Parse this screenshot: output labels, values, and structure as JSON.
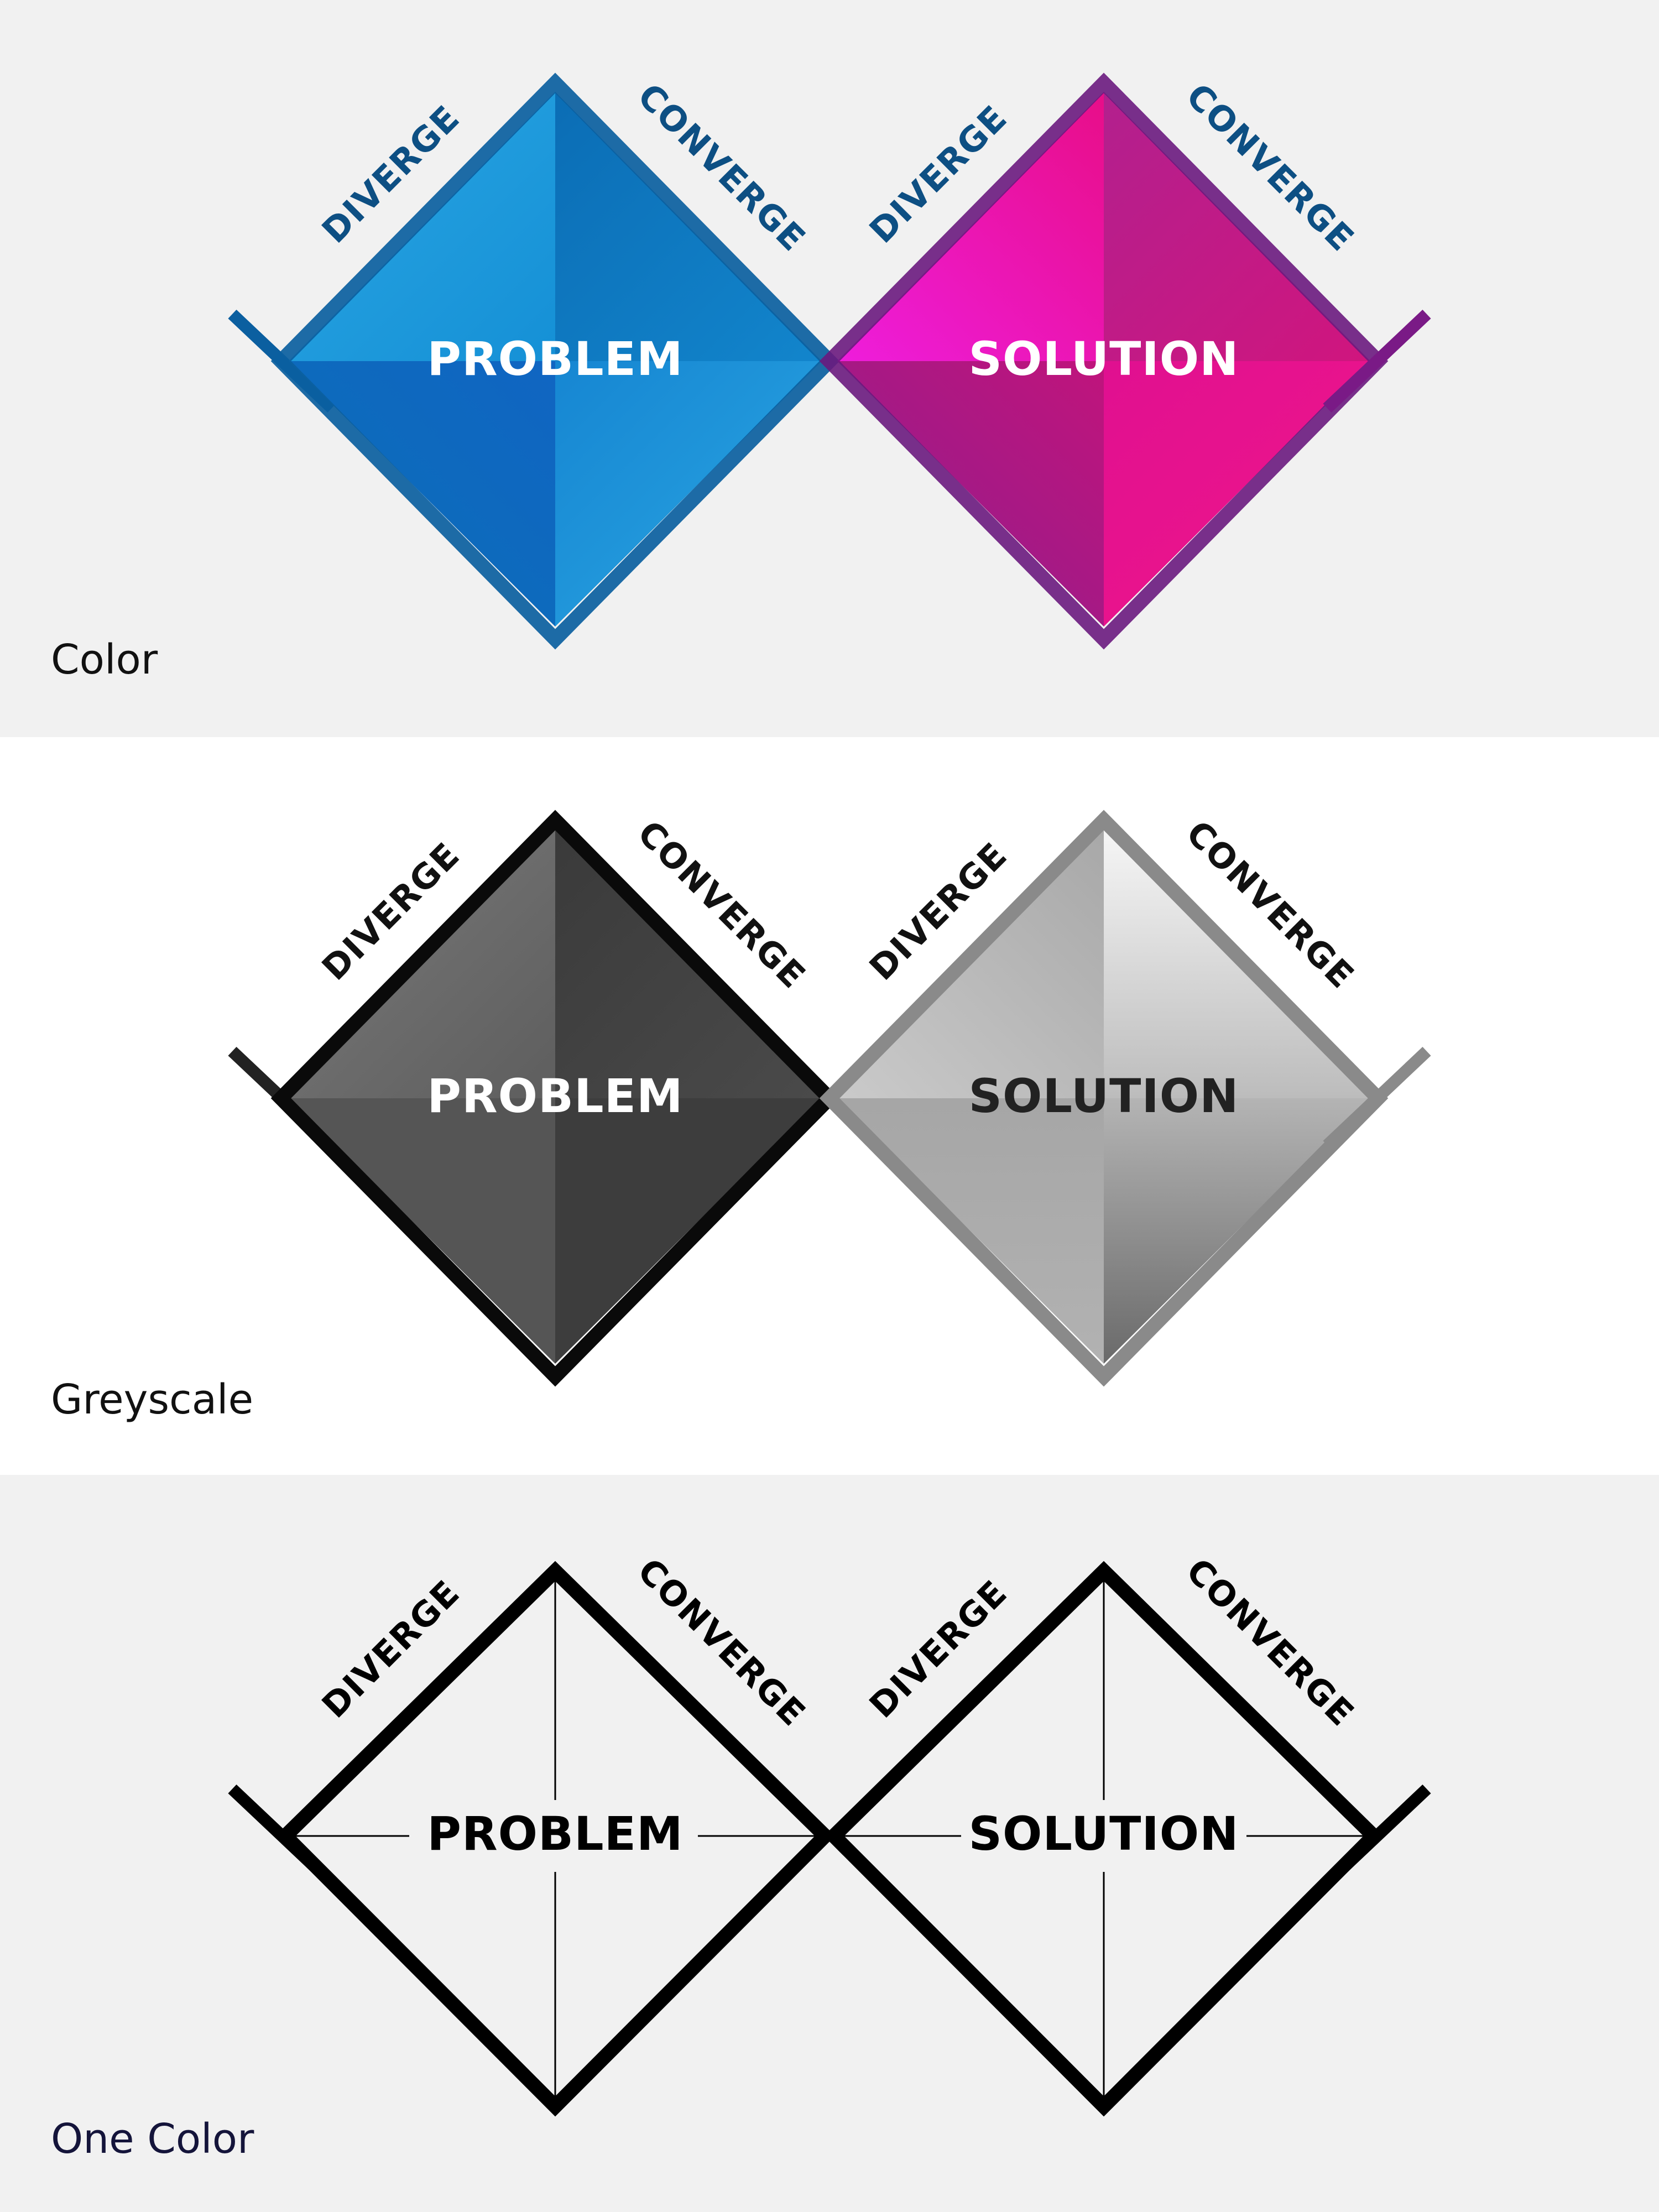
{
  "panels": [
    {
      "caption": "Color",
      "left": {
        "center": "PROBLEM",
        "diverge": "DIVERGE",
        "converge": "CONVERGE"
      },
      "right": {
        "center": "SOLUTION",
        "diverge": "DIVERGE",
        "converge": "CONVERGE"
      }
    },
    {
      "caption": "Greyscale",
      "left": {
        "center": "PROBLEM",
        "diverge": "DIVERGE",
        "converge": "CONVERGE"
      },
      "right": {
        "center": "SOLUTION",
        "diverge": "DIVERGE",
        "converge": "CONVERGE"
      }
    },
    {
      "caption": "One Color",
      "left": {
        "center": "PROBLEM",
        "diverge": "DIVERGE",
        "converge": "CONVERGE"
      },
      "right": {
        "center": "SOLUTION",
        "diverge": "DIVERGE",
        "converge": "CONVERGE"
      }
    }
  ],
  "colors": {
    "background_light": "#f1f1f1",
    "background_white": "#ffffff",
    "problem_blue": "#0a6fc0",
    "problem_blue_light": "#2aa6e2",
    "problem_outline": "#0b4f8e",
    "solution_magenta": "#e6168c",
    "solution_pink_light": "#ee1ddc",
    "solution_outline": "#6a1a7e",
    "side_label_blue": "#0d4f83",
    "grey_dark": "#3a3a3a",
    "grey_light": "#bdbdbd",
    "black": "#000000"
  }
}
